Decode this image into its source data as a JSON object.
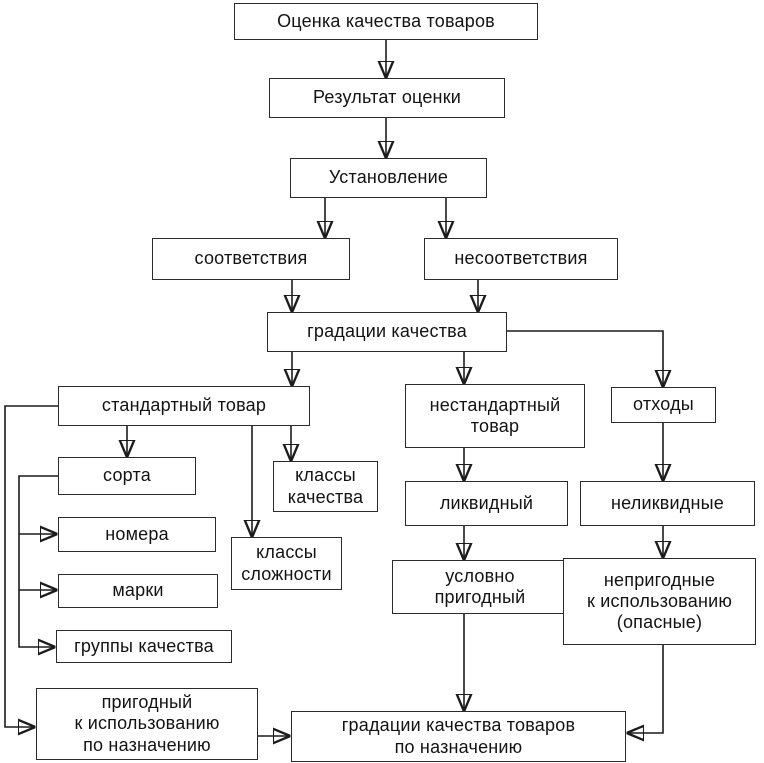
{
  "diagram": {
    "background_color": "#ffffff",
    "line_color": "#1c1c1c",
    "box_border_color": "#2b2b2b",
    "text_color": "#131313",
    "nodes": {
      "otsenka_kachestva": "Оценка качества товаров",
      "rezultat_otsenki": "Результат оценки",
      "ustanovlenie": "Установление",
      "sootvetstviya": "соответствия",
      "nesootvetstviya": "несоответствия",
      "gradatsii_kachestva": "градации качества",
      "standartny_tovar": "стандартный товар",
      "nestandartny_tovar": "нестандартный\nтовар",
      "otkhody": "отходы",
      "sorta": "сорта",
      "klassy_kachestva": "классы\nкачества",
      "nomera": "номера",
      "klassy_slozhnosti": "классы\nсложности",
      "marki": "марки",
      "gruppy_kachestva": "группы качества",
      "likvidny": "ликвидный",
      "nelikvidnye": "неликвидные",
      "uslovno_prigodny": "условно\nпригодный",
      "neprigodnye_opasnye": "непригодные\nк использованию\n(опасные)",
      "prigodny_po_naznacheniyu": "пригодный\nк использованию\nпо назначению",
      "gradatsii_tovarov_po_naznacheniyu": "градации качества товаров\nпо назначению"
    }
  }
}
